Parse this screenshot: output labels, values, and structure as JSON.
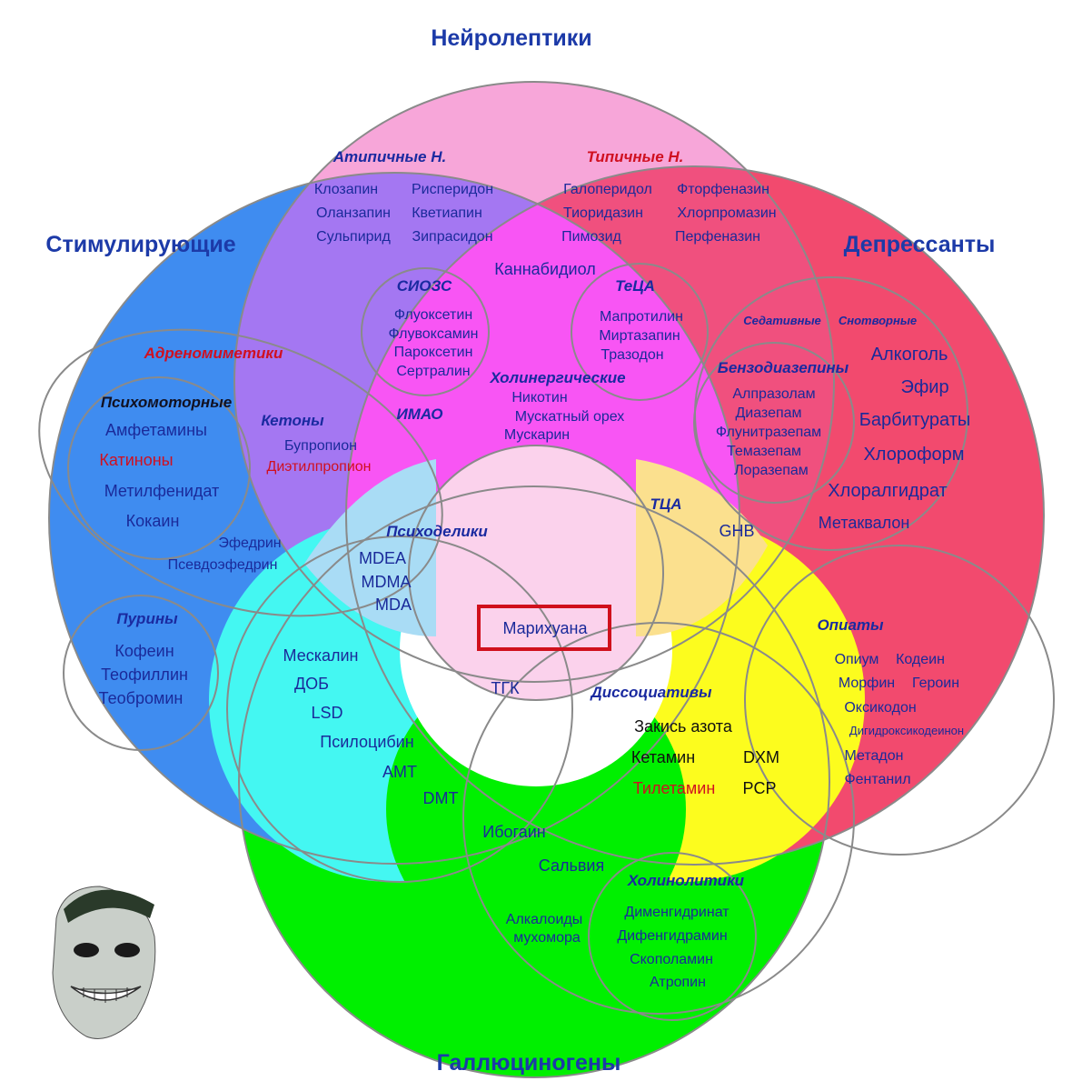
{
  "titles": {
    "neuroleptics": "Нейролептики",
    "stimulants": "Стимулирующие",
    "depressants": "Депрессанты",
    "hallucinogens": "Галлюциногены"
  },
  "neuroleptics": {
    "atypical_title": "Атипичные Н.",
    "typical_title": "Типичные Н.",
    "atypical": [
      "Клозапин",
      "Рисперидон",
      "Оланзапин",
      "Кветиапин",
      "Сульпирид",
      "Зипрасидон"
    ],
    "typical": [
      "Галоперидол",
      "Фторфеназин",
      "Тиоридазин",
      "Хлорпромазин",
      "Пимозид",
      "Перфеназин"
    ],
    "cannabidiol": "Каннабидиол"
  },
  "ssri": {
    "title": "СИОЗС",
    "items": [
      "Флуоксетин",
      "Флувоксамин",
      "Пароксетин",
      "Сертралин"
    ]
  },
  "teca": {
    "title": "ТеЦА",
    "items": [
      "Мапротилин",
      "Миртазапин",
      "Тразодон"
    ]
  },
  "stimulants": {
    "adrenomimetics": "Адреномиметики",
    "psychomotor": "Психомоторные",
    "psychomotor_items": [
      "Амфетамины",
      "Катиноны",
      "Метилфенидат",
      "Кокаин"
    ],
    "ephedrine": "Эфедрин",
    "pseudoephedrine": "Псевдоэфедрин",
    "purines": "Пурины",
    "purine_items": [
      "Кофеин",
      "Теофиллин",
      "Теобромин"
    ]
  },
  "ketones": {
    "title": "Кетоны",
    "items": [
      "Бупропион",
      "Диэтилпропион"
    ]
  },
  "maoi": "ИМАО",
  "cholinergic": {
    "title": "Холинергические",
    "items": [
      "Никотин",
      "Мускатный орех",
      "Мускарин"
    ]
  },
  "depressants": {
    "sedative": "Седативные",
    "hypnotic": "Снотворные",
    "benzo_title": "Бензодиазепины",
    "benzo": [
      "Алпразолам",
      "Диазепам",
      "Флунитразепам",
      "Темазепам",
      "Лоразепам"
    ],
    "items": [
      "Алкоголь",
      "Эфир",
      "Барбитураты",
      "Хлороформ",
      "Хлоралгидрат",
      "Метаквалон"
    ],
    "tca": "ТЦА",
    "ghb": "GHB"
  },
  "psychedelics": {
    "title": "Психоделики",
    "items": [
      "MDEA",
      "MDMA",
      "MDA"
    ]
  },
  "center": {
    "marijuana": "Марихуана",
    "thc": "ТГК"
  },
  "opiates": {
    "title": "Опиаты",
    "items": [
      "Опиум",
      "Кодеин",
      "Морфин",
      "Героин",
      "Оксикодон",
      "Дигидроксикодеинон",
      "Метадон",
      "Фентанил"
    ]
  },
  "dissociatives": {
    "title": "Диссоциативы",
    "items": [
      "Закись азота",
      "Кетамин",
      "DXM",
      "Тилетамин",
      "PCP"
    ]
  },
  "hallucinogens": {
    "items": [
      "Мескалин",
      "ДОБ",
      "LSD",
      "Псилоцибин",
      "АМТ",
      "DMT"
    ],
    "ibogaine": "Ибогаин",
    "salvia": "Сальвия",
    "amanita": [
      "Алкалоиды",
      "мухомора"
    ]
  },
  "anticholinergics": {
    "title": "Холинолитики",
    "items": [
      "Дименгидринат",
      "Дифенгидрамин",
      "Скополамин",
      "Атропин"
    ]
  },
  "colors": {
    "pink": "#f7a6d9",
    "blue": "#3f8cf0",
    "red": "#f24a6e",
    "green": "#00f000",
    "cyan": "#44f7f2",
    "yellow": "#fcfc1e",
    "purple": "#a477f2",
    "magenta": "#f855f4",
    "crimson": "#f0507e",
    "light_pink": "#fbd2ec",
    "light_blue": "#a9dcf5",
    "peach": "#fbe08e",
    "highlight": "#d0101c"
  }
}
